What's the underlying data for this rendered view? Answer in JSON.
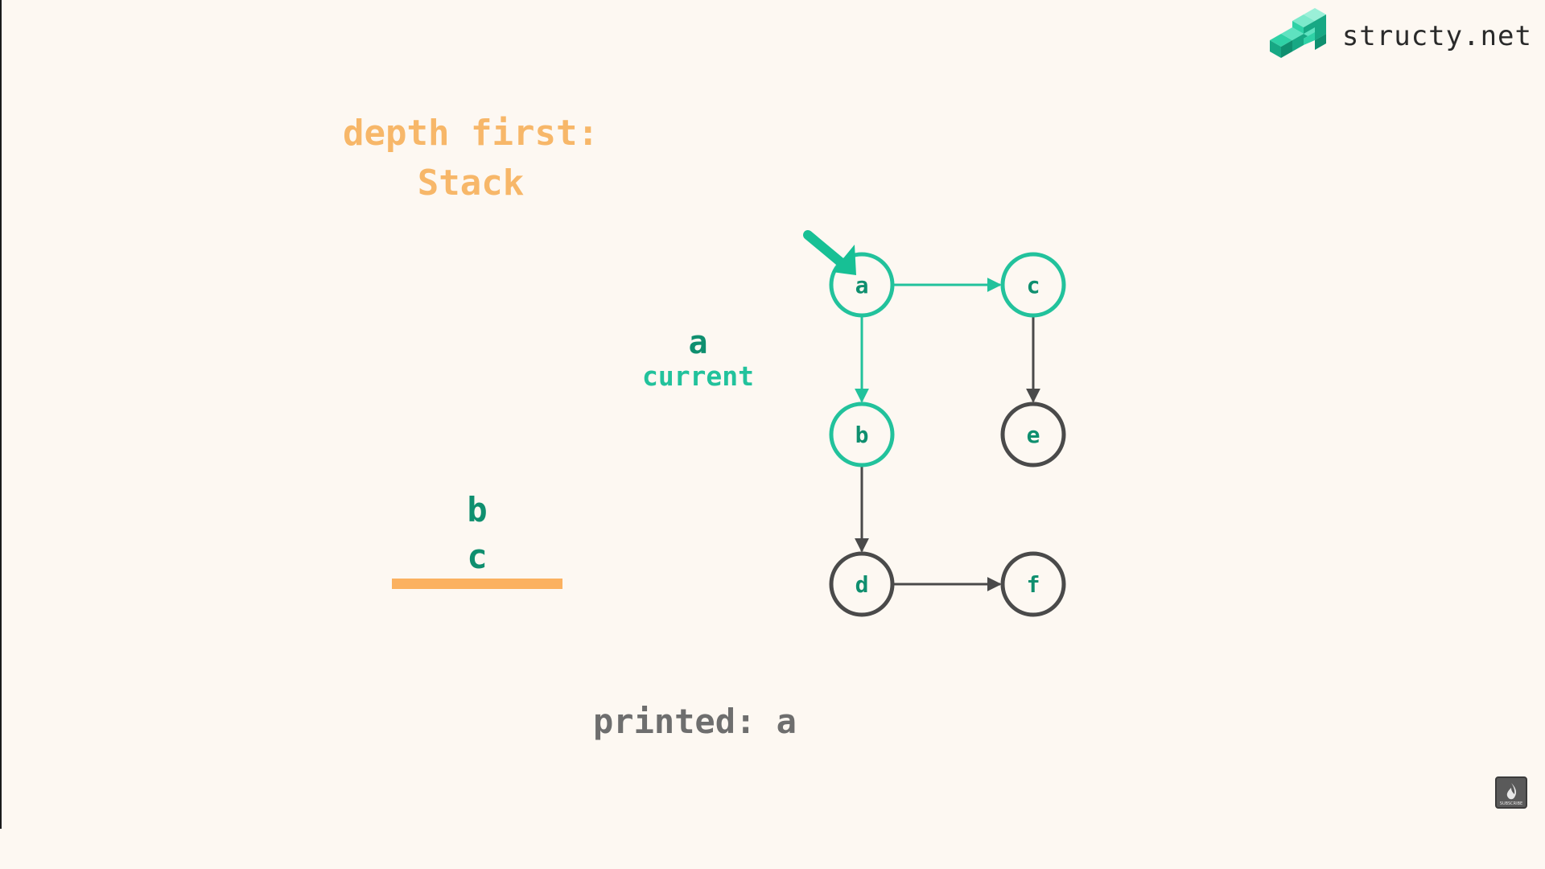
{
  "brand": {
    "name": "structy.net",
    "icon": "structy-cubes-logo"
  },
  "title": {
    "line1": "depth first:",
    "line2": "Stack"
  },
  "current": {
    "value": "a",
    "label": "current"
  },
  "stack": {
    "items": [
      "b",
      "c"
    ]
  },
  "printed": {
    "text": "printed: a"
  },
  "graph": {
    "nodes": [
      {
        "id": "a",
        "label": "a",
        "state": "visited"
      },
      {
        "id": "b",
        "label": "b",
        "state": "visited"
      },
      {
        "id": "c",
        "label": "c",
        "state": "visited"
      },
      {
        "id": "d",
        "label": "d",
        "state": "unvisited"
      },
      {
        "id": "e",
        "label": "e",
        "state": "unvisited"
      },
      {
        "id": "f",
        "label": "f",
        "state": "unvisited"
      }
    ],
    "edges": [
      {
        "from": "a",
        "to": "c",
        "state": "visited"
      },
      {
        "from": "a",
        "to": "b",
        "state": "visited"
      },
      {
        "from": "c",
        "to": "e",
        "state": "unvisited"
      },
      {
        "from": "b",
        "to": "d",
        "state": "unvisited"
      },
      {
        "from": "d",
        "to": "f",
        "state": "unvisited"
      }
    ],
    "pointer_target": "a"
  },
  "colors": {
    "background": "#fdf8f2",
    "title": "#f7b769",
    "accent_dark": "#0f8f6f",
    "accent_light": "#22c29c",
    "unvisited": "#4a4a4a",
    "stack_base": "#fbb160",
    "printed": "#6e6e6e"
  },
  "corner_badge_icon": "subscribe-icon"
}
